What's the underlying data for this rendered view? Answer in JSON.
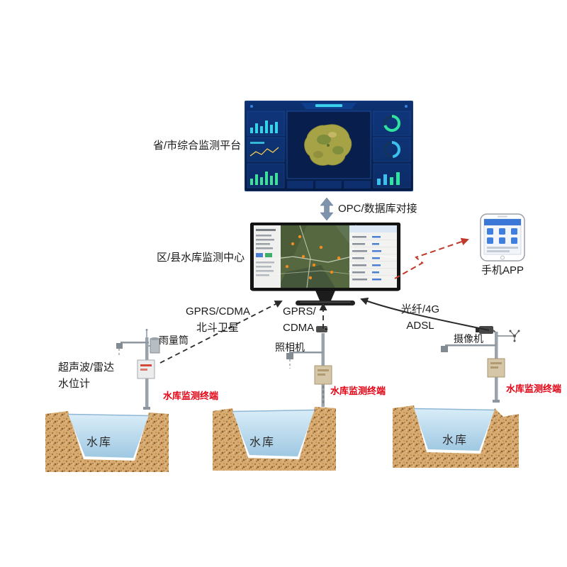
{
  "platform_label": "省/市综合监测平台",
  "opc_label": "OPC/数据库对接",
  "center_label": "区/县水库监测中心",
  "phone_label": "手机APP",
  "link1": {
    "line1": "GPRS/CDMA",
    "line2": "北斗卫星"
  },
  "link2": {
    "line1": "GPRS/",
    "line2": "CDMA"
  },
  "link3": {
    "line1": "光纤/4G",
    "line2": "ADSL"
  },
  "equipment": {
    "rain_gauge": "雨量筒",
    "water_level_1": "超声波/雷达",
    "water_level_2": "水位计",
    "camera": "照相机",
    "video_camera": "摄像机"
  },
  "terminals": [
    "水库监测终端",
    "水库监测终端",
    "水库监测终端"
  ],
  "reservoirs": [
    "水库",
    "水库",
    "水库"
  ],
  "colors": {
    "terminal_red": "#e60012",
    "arrow_red": "#c0392b",
    "dashboard_blue": "#0d3272"
  }
}
